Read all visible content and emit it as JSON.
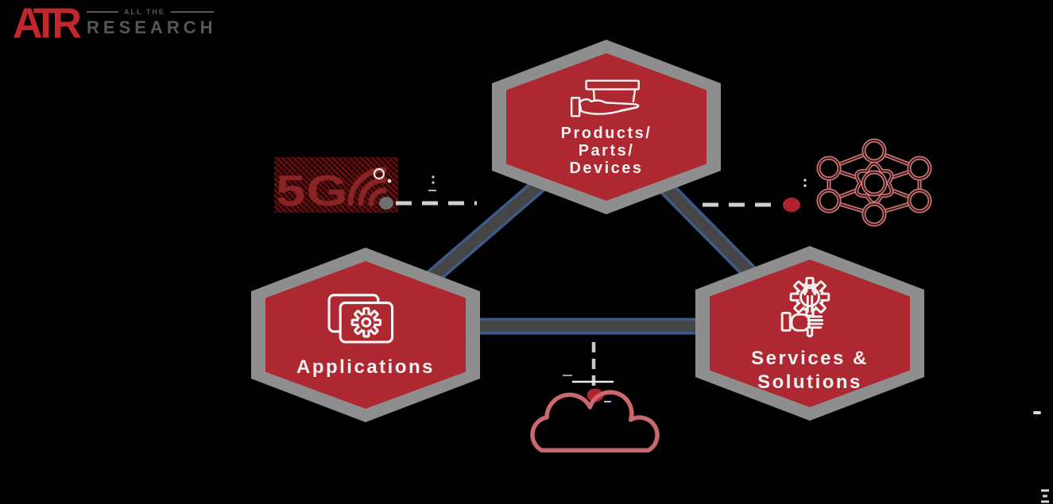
{
  "logo": {
    "monogram": "ATR",
    "tagline": "ALL THE",
    "title": "RESEARCH",
    "monogram_color": "#C1272D",
    "text_color": "#54575B"
  },
  "diagram": {
    "nodes": [
      {
        "id": "products",
        "lines": [
          "Products/",
          "Parts/",
          "Devices"
        ],
        "icon": "box-in-hand-icon"
      },
      {
        "id": "applications",
        "lines": [
          "Applications"
        ],
        "icon": "app-windows-gear-icon"
      },
      {
        "id": "services",
        "lines": [
          "Services &",
          "Solutions"
        ],
        "icon": "gear-wrench-hand-icon"
      }
    ],
    "satellites": [
      {
        "id": "fiveg",
        "label": "5G",
        "icon": "5g-signal-waves-icon"
      },
      {
        "id": "network",
        "icon": "network-cloud-nodes-icon"
      },
      {
        "id": "cloud",
        "icon": "cloud-icon"
      }
    ],
    "colors": {
      "hex_fill": "#AD2830",
      "hex_border": "#8E8E8E",
      "connector_core": "#454545",
      "connector_edge": "#3D5A8A",
      "dash_gray": "#CFCFCF",
      "dot_gray": "#6F6F6F",
      "dot_red": "#AE232E",
      "maroon_5g": "#8A2323",
      "network_pink": "#C67C7C",
      "cloud_pink": "#C9696F",
      "label_white": "#F3F1F1"
    }
  }
}
